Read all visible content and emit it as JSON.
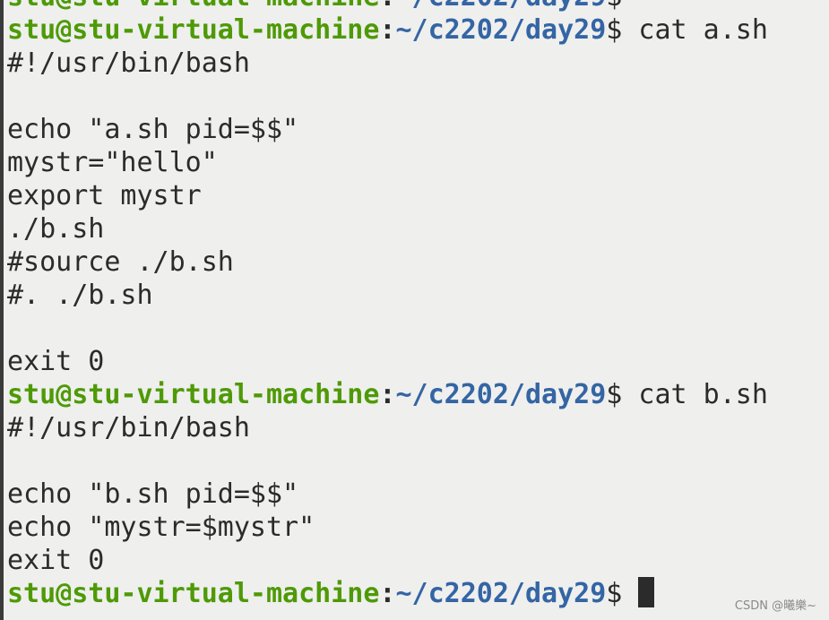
{
  "prompt": {
    "user_host": "stu@stu-virtual-machine",
    "separator": ":",
    "path": "~/c2202/day29",
    "symbol": "$"
  },
  "lines": [
    {
      "type": "prompt",
      "command": ""
    },
    {
      "type": "prompt",
      "command": " cat a.sh"
    },
    {
      "type": "text",
      "text": "#!/usr/bin/bash"
    },
    {
      "type": "text",
      "text": ""
    },
    {
      "type": "text",
      "text": "echo \"a.sh pid=$$\""
    },
    {
      "type": "text",
      "text": "mystr=\"hello\""
    },
    {
      "type": "text",
      "text": "export mystr"
    },
    {
      "type": "text",
      "text": "./b.sh"
    },
    {
      "type": "text",
      "text": "#source ./b.sh"
    },
    {
      "type": "text",
      "text": "#. ./b.sh"
    },
    {
      "type": "text",
      "text": ""
    },
    {
      "type": "text",
      "text": "exit 0"
    },
    {
      "type": "prompt",
      "command": " cat b.sh"
    },
    {
      "type": "text",
      "text": "#!/usr/bin/bash"
    },
    {
      "type": "text",
      "text": ""
    },
    {
      "type": "text",
      "text": "echo \"b.sh pid=$$\""
    },
    {
      "type": "text",
      "text": "echo \"mystr=$mystr\""
    },
    {
      "type": "text",
      "text": "exit 0"
    },
    {
      "type": "prompt",
      "command": "",
      "cursor": true
    }
  ],
  "watermark": "CSDN @曦樂~",
  "colors": {
    "background": "#efefee",
    "text": "#2b2b2b",
    "user_host": "#4e9a06",
    "path": "#3465a4"
  }
}
